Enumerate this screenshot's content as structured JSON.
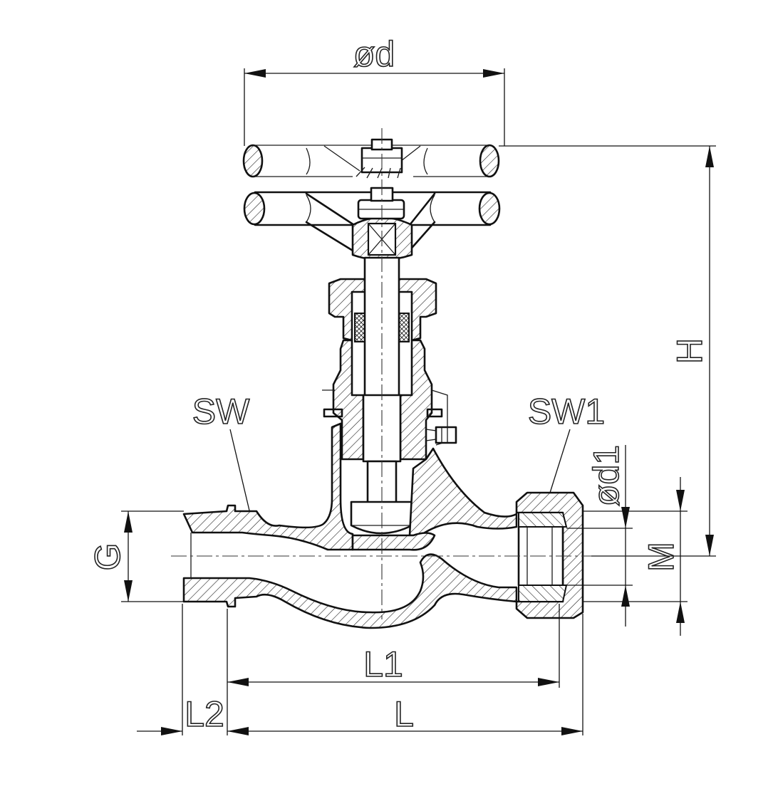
{
  "labels": {
    "d": "ød",
    "d1": "ød1",
    "H": "H",
    "G": "G",
    "M": "M",
    "SW": "SW",
    "SW1": "SW1",
    "L1": "L1",
    "L2": "L2",
    "L": "L"
  },
  "colors": {
    "line": "#111111",
    "background": "#ffffff"
  }
}
